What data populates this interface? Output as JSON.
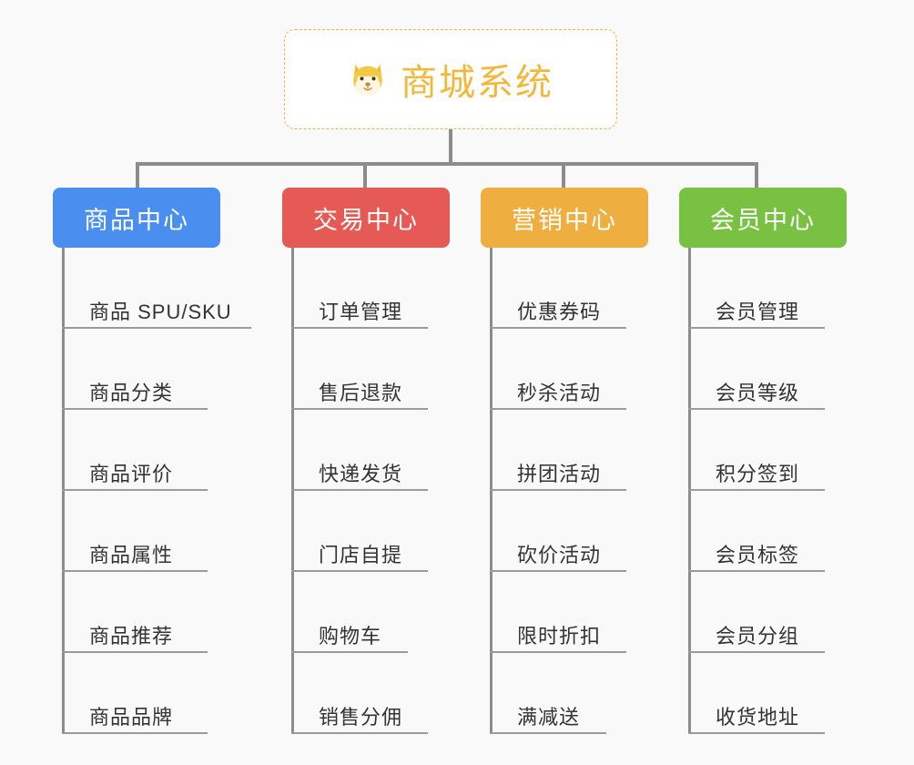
{
  "page": {
    "background_color": "#f9f9f9",
    "type": "mindmap"
  },
  "root": {
    "title": "商城系统",
    "icon": "shiba-dog-icon",
    "border_color": "#f0b64a",
    "text_color": "#f2b83c",
    "background_color": "#ffffff"
  },
  "categories": [
    {
      "label": "商品中心",
      "color": "#4a8ef0",
      "items": [
        "商品 SPU/SKU",
        "商品分类",
        "商品评价",
        "商品属性",
        "商品推荐",
        "商品品牌"
      ]
    },
    {
      "label": "交易中心",
      "color": "#e55a55",
      "items": [
        "订单管理",
        "售后退款",
        "快递发货",
        "门店自提",
        "购物车",
        "销售分佣"
      ]
    },
    {
      "label": "营销中心",
      "color": "#eeaf40",
      "items": [
        "优惠券码",
        "秒杀活动",
        "拼团活动",
        "砍价活动",
        "限时折扣",
        "满减送"
      ]
    },
    {
      "label": "会员中心",
      "color": "#79c143",
      "items": [
        "会员管理",
        "会员等级",
        "积分签到",
        "会员标签",
        "会员分组",
        "收货地址"
      ]
    }
  ],
  "connector": {
    "color": "#8c8c8c"
  }
}
